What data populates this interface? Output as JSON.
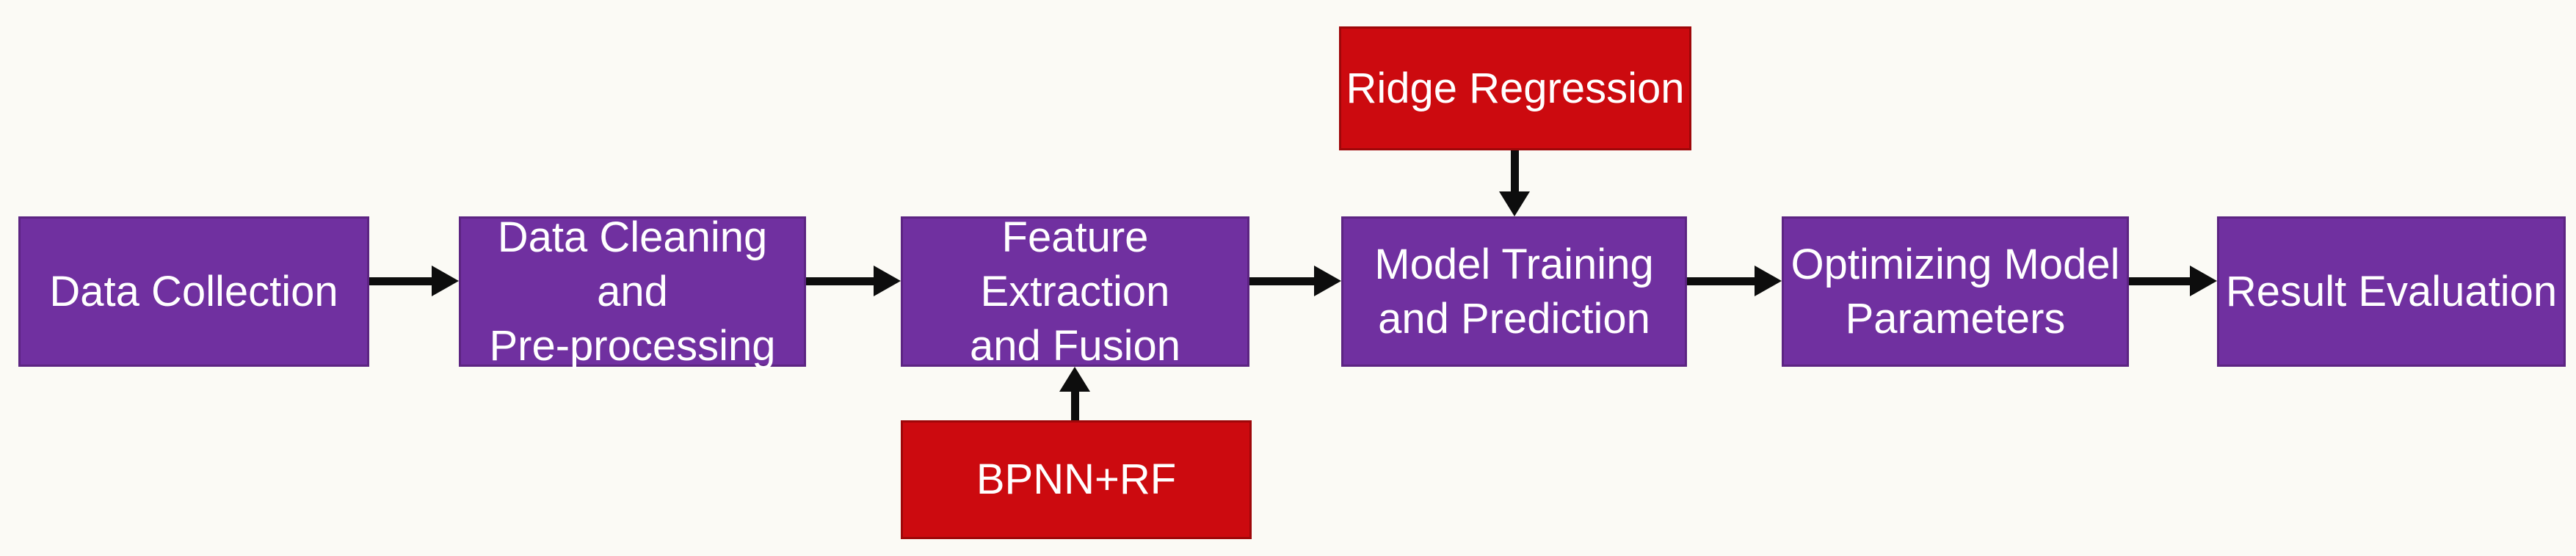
{
  "colors": {
    "background": "#FBFAF5",
    "purple": "#7030A0",
    "purple_border": "#5C2482",
    "red": "#CC0A0F",
    "red_border": "#9E0709",
    "arrow": "#0D0D0D",
    "text": "#FFFFFF"
  },
  "diagram": {
    "type": "flowchart",
    "direction": "left-to-right",
    "steps": [
      {
        "id": "data-collection",
        "label": "Data Collection",
        "color": "purple"
      },
      {
        "id": "data-cleaning",
        "label": "Data Cleaning and\nPre-processing",
        "color": "purple"
      },
      {
        "id": "feature-extraction",
        "label": "Feature Extraction\nand Fusion",
        "color": "purple"
      },
      {
        "id": "model-training",
        "label": "Model Training\nand Prediction",
        "color": "purple"
      },
      {
        "id": "optimizing-parameters",
        "label": "Optimizing Model\nParameters",
        "color": "purple"
      },
      {
        "id": "result-evaluation",
        "label": "Result Evaluation",
        "color": "purple"
      }
    ],
    "inputs": [
      {
        "id": "ridge-regression",
        "label": "Ridge Regression",
        "color": "red",
        "target": "model-training",
        "arrow_direction": "down"
      },
      {
        "id": "bpnn-rf",
        "label": "BPNN+RF",
        "color": "red",
        "target": "feature-extraction",
        "arrow_direction": "up"
      }
    ],
    "edges": [
      {
        "from": "data-collection",
        "to": "data-cleaning"
      },
      {
        "from": "data-cleaning",
        "to": "feature-extraction"
      },
      {
        "from": "feature-extraction",
        "to": "model-training"
      },
      {
        "from": "model-training",
        "to": "optimizing-parameters"
      },
      {
        "from": "optimizing-parameters",
        "to": "result-evaluation"
      },
      {
        "from": "ridge-regression",
        "to": "model-training"
      },
      {
        "from": "bpnn-rf",
        "to": "feature-extraction"
      }
    ]
  }
}
